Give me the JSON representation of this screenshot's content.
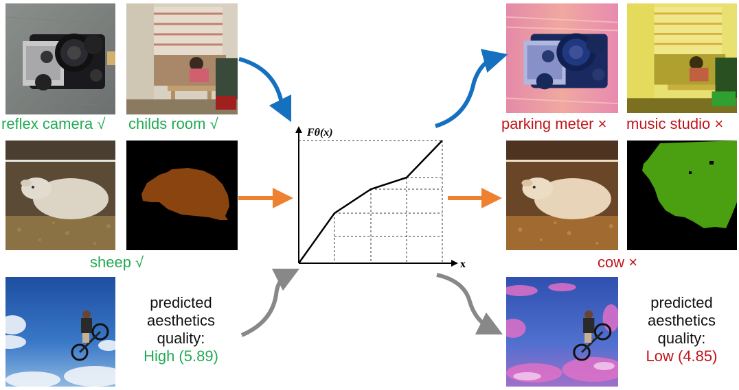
{
  "left": {
    "labels": {
      "camera": "reflex camera √",
      "room": "childs room √",
      "seg": "sheep √"
    },
    "quality": {
      "line1": "predicted",
      "line2": "aesthetics",
      "line3": "quality:",
      "value": "High (5.89)"
    }
  },
  "right": {
    "labels": {
      "camera": "parking meter ×",
      "room": "music studio ×",
      "seg": "cow ×"
    },
    "quality": {
      "line1": "predicted",
      "line2": "aesthetics",
      "line3": "quality:",
      "value": "Low (4.85)"
    }
  },
  "curve": {
    "func_label": "Fθ(x)",
    "x_label": "x"
  },
  "colors": {
    "correct": "#22aa55",
    "wrong": "#c0141c",
    "arrow_blue": "#1570c0",
    "arrow_orange": "#ee8030",
    "arrow_gray": "#888888"
  }
}
